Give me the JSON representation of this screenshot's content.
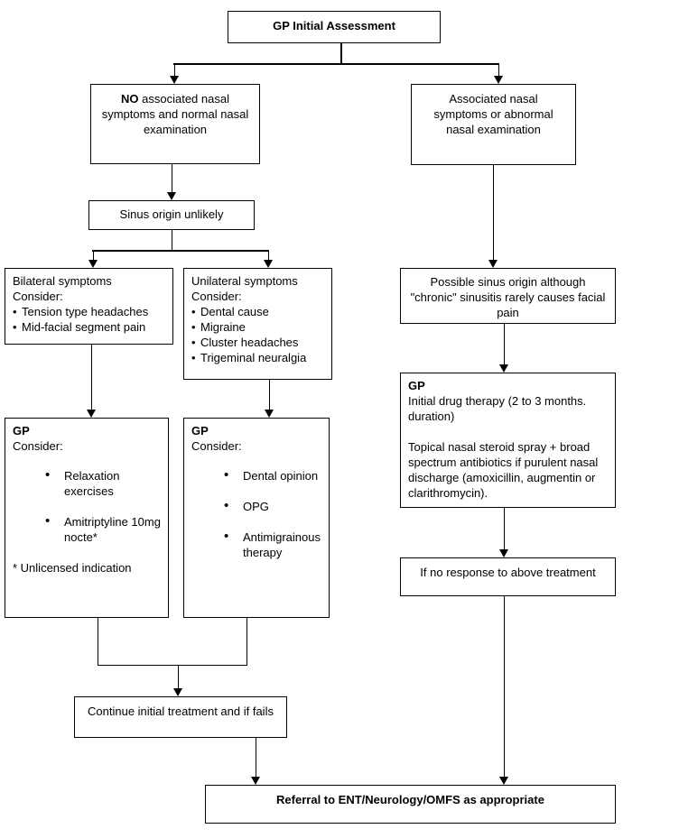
{
  "glyphs": {
    "bullet": "•"
  },
  "colors": {
    "line": "#000000",
    "background": "#ffffff",
    "box_background": "#ffffff",
    "text": "#000000"
  },
  "nodes": {
    "initial": {
      "label": "GP Initial Assessment"
    },
    "no_nasal": {
      "bold": "NO",
      "rest": " associated nasal symptoms and normal nasal examination"
    },
    "assoc_nasal": {
      "label": "Associated nasal symptoms or abnormal nasal examination"
    },
    "sinus_unlikely": {
      "label": "Sinus origin unlikely"
    },
    "bilateral": {
      "title": "Bilateral symptoms",
      "subtitle": "Consider:",
      "items": [
        "Tension type headaches",
        "Mid-facial segment pain"
      ]
    },
    "unilateral": {
      "title": "Unilateral symptoms",
      "subtitle": "Consider:",
      "items": [
        "Dental cause",
        "Migraine",
        "Cluster headaches",
        "Trigeminal neuralgia"
      ]
    },
    "possible_sinus": {
      "label": "Possible sinus origin although \"chronic\" sinusitis rarely causes facial pain"
    },
    "gp_left": {
      "title": "GP",
      "subtitle": "Consider:",
      "items": [
        "Relaxation exercises",
        "Amitriptyline 10mg nocte*"
      ],
      "footnote": "* Unlicensed indication"
    },
    "gp_mid": {
      "title": "GP",
      "subtitle": "Consider:",
      "items": [
        "Dental opinion",
        "OPG",
        "Antimigrainous therapy"
      ]
    },
    "gp_right": {
      "title": "GP",
      "para1": "Initial drug therapy (2 to 3 months. duration)",
      "para2": "Topical nasal steroid spray + broad spectrum antibiotics if purulent nasal discharge (amoxicillin, augmentin or clarithromycin)."
    },
    "no_response": {
      "label": "If no response to above treatment"
    },
    "continue_treatment": {
      "label": "Continue initial treatment and if fails"
    },
    "referral": {
      "label": "Referral to ENT/Neurology/OMFS as appropriate"
    }
  }
}
